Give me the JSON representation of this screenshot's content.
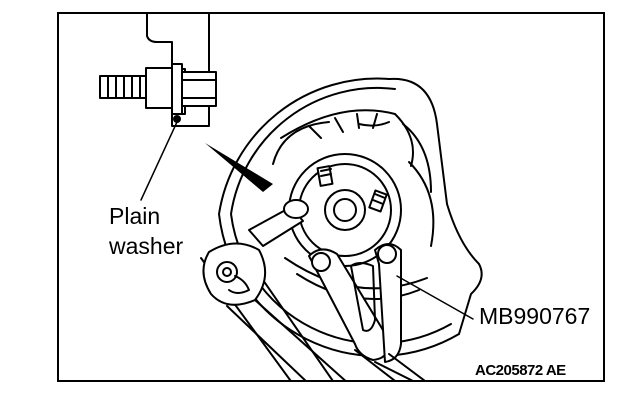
{
  "labels": {
    "washer_line1": "Plain",
    "washer_line2": "washer",
    "tool_code": "MB990767",
    "figure_id": "AC205872 AE"
  },
  "colors": {
    "ink": "#000000",
    "paper": "#ffffff"
  }
}
